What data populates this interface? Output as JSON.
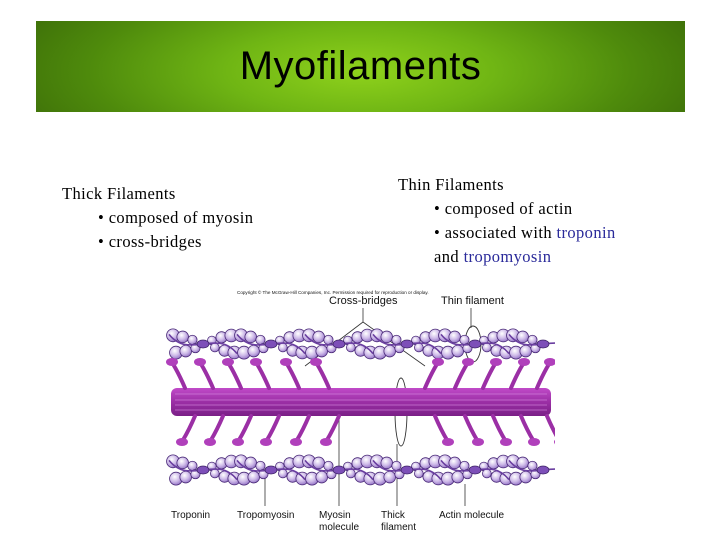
{
  "slide": {
    "title": "Myofilaments",
    "thick": {
      "heading": "Thick Filaments",
      "items": [
        "• composed of myosin",
        "• cross-bridges"
      ]
    },
    "thin": {
      "heading": "Thin Filaments",
      "item1": "• composed of actin",
      "item2_prefix": "• associated with ",
      "item2_term": "troponin",
      "item3_prefix": "and ",
      "item3_term": "tropomyosin"
    }
  },
  "figure": {
    "copyright": "Copyright © The McGraw-Hill Companies, Inc. Permission required for reproduction or display.",
    "labels": {
      "cross_bridges": "Cross-bridges",
      "thin_filament": "Thin filament",
      "troponin": "Troponin",
      "tropomyosin": "Tropomyosin",
      "myosin_line1": "Myosin",
      "myosin_line2": "molecule",
      "thick_line1": "Thick",
      "thick_line2": "filament",
      "actin": "Actin molecule"
    }
  },
  "colors": {
    "title_green": "#6fb514",
    "myosin": "#9b2fa5",
    "actin_bead": "#c9b6e6",
    "actin_outline": "#4a2a78"
  }
}
